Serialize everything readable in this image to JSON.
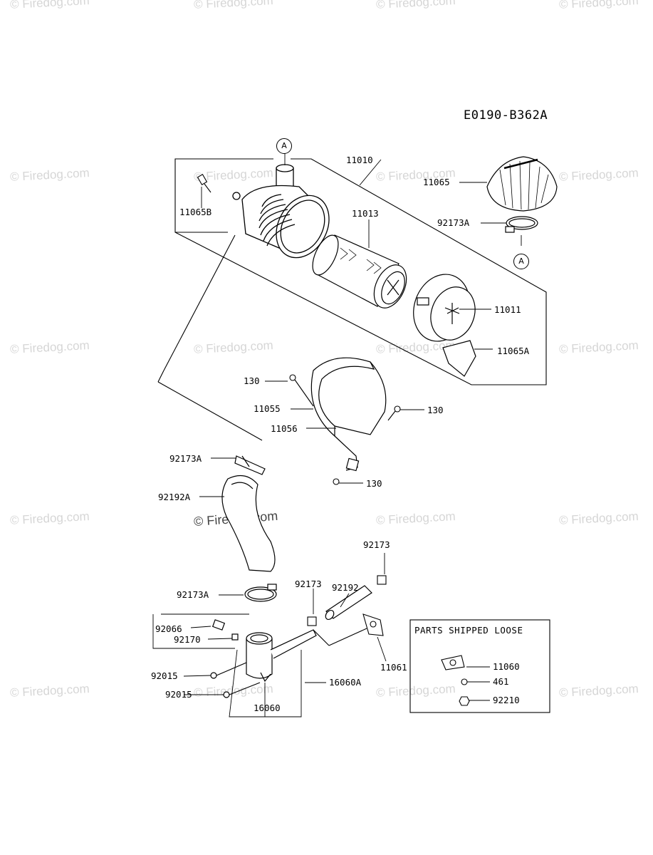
{
  "watermark": "© Firedog.com",
  "diagram_code": "E0190-B362A",
  "reference_marker": "A",
  "parts_shipped_loose_title": "PARTS SHIPPED LOOSE",
  "labels": {
    "p11010": "11010",
    "p11065": "11065",
    "p92173A_top": "92173A",
    "p11065B": "11065B",
    "p11013": "11013",
    "p11011": "11011",
    "p11065A": "11065A",
    "p130_a": "130",
    "p11055": "11055",
    "p130_b": "130",
    "p11056": "11056",
    "p130_c": "130",
    "p92173A_mid": "92173A",
    "p92192A": "92192A",
    "p92173_top": "92173",
    "p92192": "92192",
    "p92173_mid": "92173",
    "p92173A_low": "92173A",
    "p92066": "92066",
    "p92170": "92170",
    "p11061": "11061",
    "p92015_a": "92015",
    "p16060A": "16060A",
    "p92015_b": "92015",
    "p16060": "16060",
    "p11060": "11060",
    "p461": "461",
    "p92210": "92210"
  }
}
